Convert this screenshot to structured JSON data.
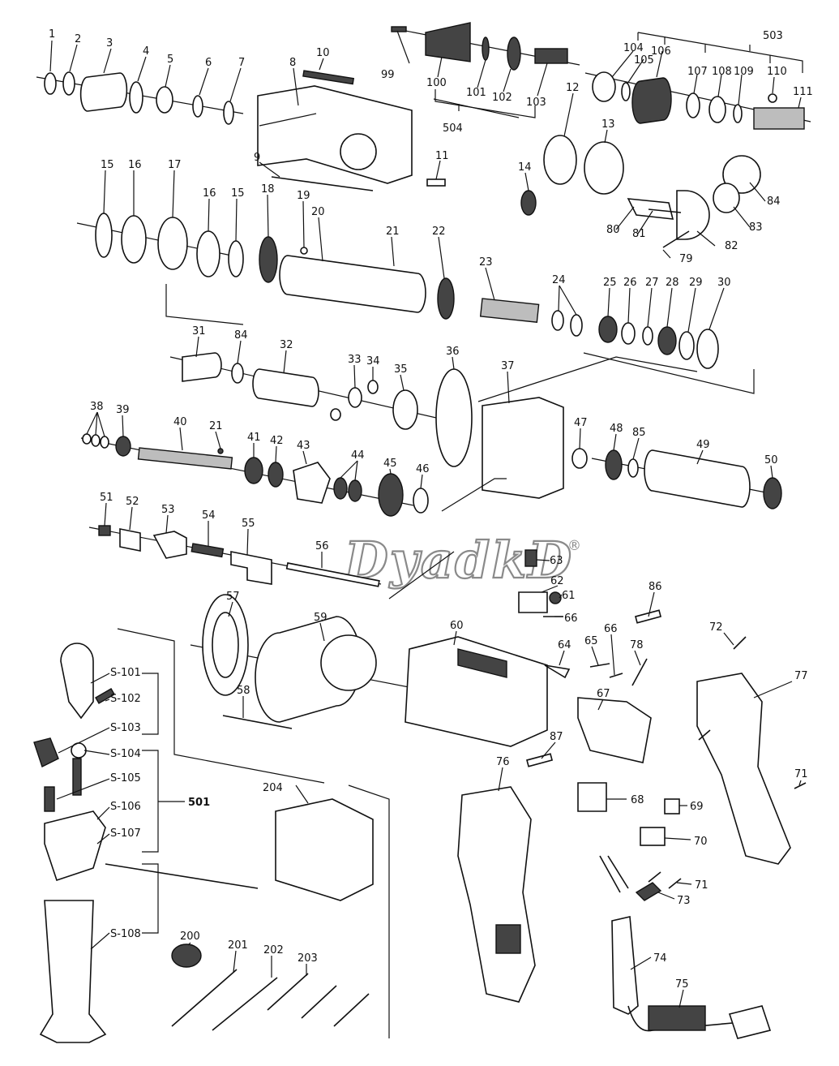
{
  "watermark": {
    "text": "DyadkD",
    "mark": "®"
  },
  "labels": {
    "n1": "1",
    "n2": "2",
    "n3": "3",
    "n4": "4",
    "n5": "5",
    "n6": "6",
    "n7": "7",
    "n8": "8",
    "n9": "9",
    "n10": "10",
    "n11": "11",
    "n12": "12",
    "n13": "13",
    "n14": "14",
    "n15a": "15",
    "n15b": "15",
    "n16a": "16",
    "n16b": "16",
    "n17": "17",
    "n18": "18",
    "n19": "19",
    "n20": "20",
    "n21a": "21",
    "n21b": "21",
    "n22": "22",
    "n23": "23",
    "n24": "24",
    "n25": "25",
    "n26": "26",
    "n27": "27",
    "n28": "28",
    "n29": "29",
    "n30": "30",
    "n31": "31",
    "n32": "32",
    "n33": "33",
    "n34": "34",
    "n35": "35",
    "n36": "36",
    "n37": "37",
    "n38": "38",
    "n39": "39",
    "n40": "40",
    "n41": "41",
    "n42": "42",
    "n43": "43",
    "n44": "44",
    "n45": "45",
    "n46": "46",
    "n47": "47",
    "n48": "48",
    "n49": "49",
    "n50": "50",
    "n51": "51",
    "n52": "52",
    "n53": "53",
    "n54": "54",
    "n55": "55",
    "n56": "56",
    "n57": "57",
    "n58": "58",
    "n59": "59",
    "n60": "60",
    "n61": "61",
    "n62": "62",
    "n63": "63",
    "n64": "64",
    "n65": "65",
    "n66a": "66",
    "n66b": "66",
    "n67": "67",
    "n68": "68",
    "n69": "69",
    "n70": "70",
    "n71a": "71",
    "n71b": "71",
    "n72": "72",
    "n73": "73",
    "n74": "74",
    "n75": "75",
    "n76": "76",
    "n77": "77",
    "n78": "78",
    "n79": "79",
    "n80": "80",
    "n81": "81",
    "n82": "82",
    "n83": "83",
    "n84a": "84",
    "n84b": "84",
    "n85": "85",
    "n86": "86",
    "n87": "87",
    "n99": "99",
    "n100": "100",
    "n101": "101",
    "n102": "102",
    "n103": "103",
    "n104": "104",
    "n105": "105",
    "n106": "106",
    "n107": "107",
    "n108": "108",
    "n109": "109",
    "n110": "110",
    "n111": "111",
    "n200": "200",
    "n201": "201",
    "n202": "202",
    "n203": "203",
    "n204": "204",
    "n501": "501",
    "n503": "503",
    "n504": "504",
    "s101": "S-101",
    "s102": "S-102",
    "s103": "S-103",
    "s104": "S-104",
    "s105": "S-105",
    "s106": "S-106",
    "s107": "S-107",
    "s108": "S-108"
  }
}
